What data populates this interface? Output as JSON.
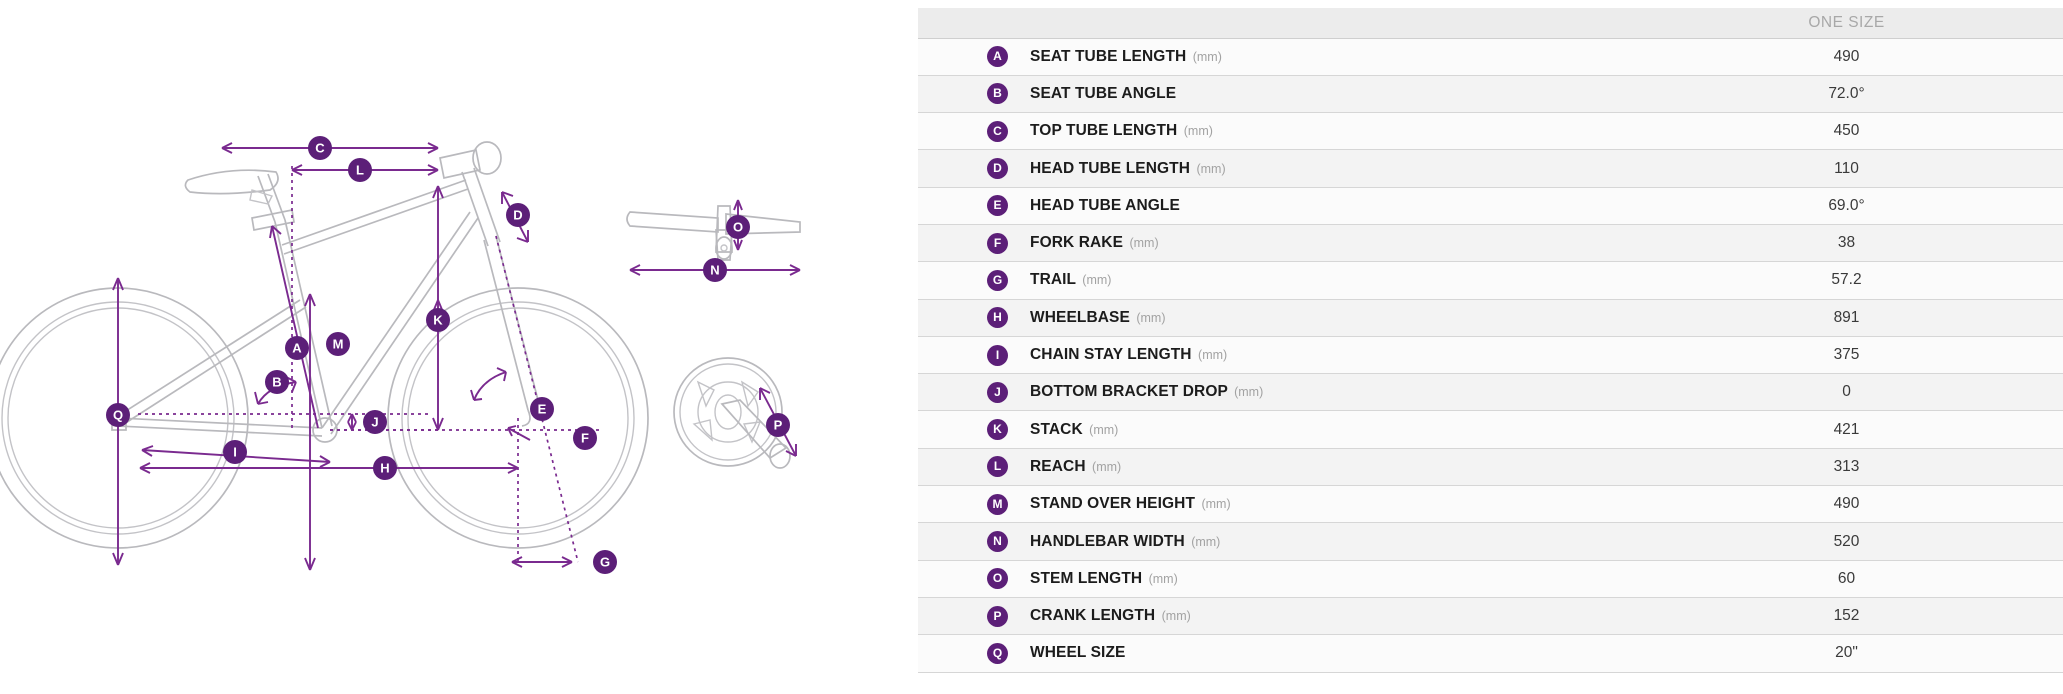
{
  "table": {
    "header": {
      "badge_col": "",
      "name_col": "",
      "size_col": "ONE SIZE"
    },
    "rows": [
      {
        "badge": "A",
        "name": "SEAT TUBE LENGTH",
        "unit": "(mm)",
        "value": "490"
      },
      {
        "badge": "B",
        "name": "SEAT TUBE ANGLE",
        "unit": "",
        "value": "72.0°"
      },
      {
        "badge": "C",
        "name": "TOP TUBE LENGTH",
        "unit": "(mm)",
        "value": "450"
      },
      {
        "badge": "D",
        "name": "HEAD TUBE LENGTH",
        "unit": "(mm)",
        "value": "110"
      },
      {
        "badge": "E",
        "name": "HEAD TUBE ANGLE",
        "unit": "",
        "value": "69.0°"
      },
      {
        "badge": "F",
        "name": "FORK RAKE",
        "unit": "(mm)",
        "value": "38"
      },
      {
        "badge": "G",
        "name": "TRAIL",
        "unit": "(mm)",
        "value": "57.2"
      },
      {
        "badge": "H",
        "name": "WHEELBASE",
        "unit": "(mm)",
        "value": "891"
      },
      {
        "badge": "I",
        "name": "CHAIN STAY LENGTH",
        "unit": "(mm)",
        "value": "375"
      },
      {
        "badge": "J",
        "name": "BOTTOM BRACKET DROP",
        "unit": "(mm)",
        "value": "0"
      },
      {
        "badge": "K",
        "name": "STACK",
        "unit": "(mm)",
        "value": "421"
      },
      {
        "badge": "L",
        "name": "REACH",
        "unit": "(mm)",
        "value": "313"
      },
      {
        "badge": "M",
        "name": "STAND OVER HEIGHT",
        "unit": "(mm)",
        "value": "490"
      },
      {
        "badge": "N",
        "name": "HANDLEBAR WIDTH",
        "unit": "(mm)",
        "value": "520"
      },
      {
        "badge": "O",
        "name": "STEM LENGTH",
        "unit": "(mm)",
        "value": "60"
      },
      {
        "badge": "P",
        "name": "CRANK LENGTH",
        "unit": "(mm)",
        "value": "152"
      },
      {
        "badge": "Q",
        "name": "WHEEL SIZE",
        "unit": "",
        "value": "20\""
      }
    ]
  },
  "diagram": {
    "labels": {
      "A": "A",
      "B": "B",
      "C": "C",
      "D": "D",
      "E": "E",
      "F": "F",
      "G": "G",
      "H": "H",
      "I": "I",
      "J": "J",
      "K": "K",
      "L": "L",
      "M": "M",
      "N": "N",
      "O": "O",
      "P": "P",
      "Q": "Q"
    }
  },
  "colors": {
    "accent_purple": "#5c1f78",
    "dimension_purple": "#7a2a8f",
    "frame_gray": "#b9b9bd",
    "header_bg": "#ececec",
    "row_odd": "#fbfbfb",
    "row_even": "#f3f3f3"
  }
}
